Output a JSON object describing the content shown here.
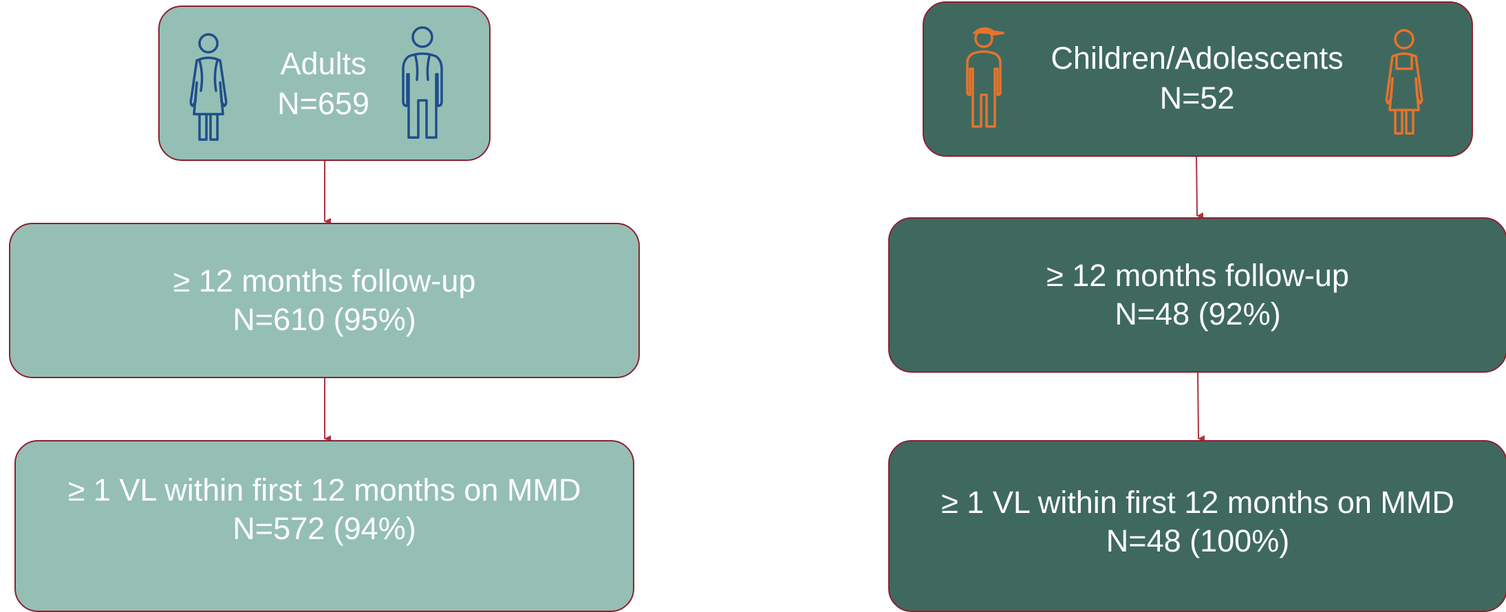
{
  "colors": {
    "light_box": "#95bfb4",
    "dark_box": "#3f695e",
    "border": "#8b2130",
    "adult_icon": "#1f4e8c",
    "child_icon": "#e8732b"
  },
  "left_column": {
    "header": {
      "title": "Adults",
      "count": "N=659",
      "icons": [
        "woman-icon",
        "man-icon"
      ]
    },
    "step1": {
      "line1": "≥ 12 months follow-up",
      "line2": "N=610 (95%)"
    },
    "step2": {
      "line1": "≥ 1 VL within first 12 months on MMD",
      "line2": "N=572 (94%)"
    }
  },
  "right_column": {
    "header": {
      "title": "Children/Adolescents",
      "count": "N=52",
      "icons": [
        "boy-with-cap-icon",
        "girl-icon"
      ]
    },
    "step1": {
      "line1": "≥ 12 months follow-up",
      "line2": "N=48 (92%)"
    },
    "step2": {
      "line1": "≥ 1 VL within first 12 months on MMD",
      "line2": "N=48 (100%)"
    }
  }
}
